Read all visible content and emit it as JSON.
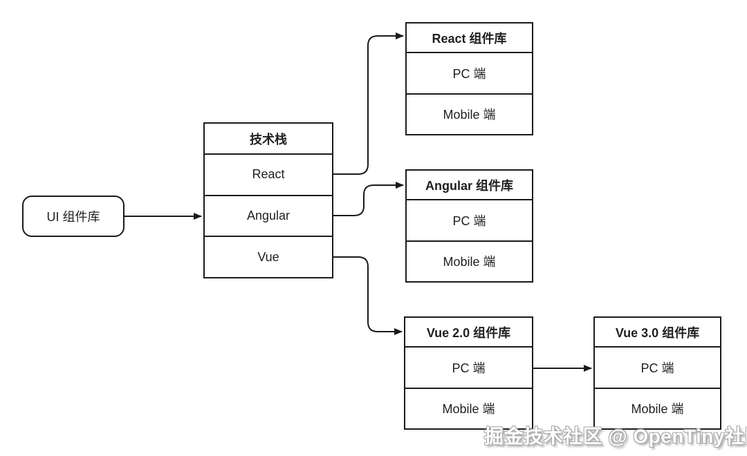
{
  "root_node": {
    "label": "UI 组件库"
  },
  "tech_stack": {
    "title": "技术栈",
    "rows": [
      "React",
      "Angular",
      "Vue"
    ]
  },
  "libraries": [
    {
      "title": "React 组件库",
      "rows": [
        "PC 端",
        "Mobile 端"
      ]
    },
    {
      "title": "Angular 组件库",
      "rows": [
        "PC 端",
        "Mobile 端"
      ]
    },
    {
      "title": "Vue 2.0 组件库",
      "rows": [
        "PC 端",
        "Mobile 端"
      ]
    },
    {
      "title": "Vue 3.0 组件库",
      "rows": [
        "PC 端",
        "Mobile 端"
      ]
    }
  ],
  "connections": [
    {
      "from": "UI 组件库",
      "to": "技术栈"
    },
    {
      "from": "React",
      "to": "React 组件库"
    },
    {
      "from": "Angular",
      "to": "Angular 组件库"
    },
    {
      "from": "Vue",
      "to": "Vue 2.0 组件库"
    },
    {
      "from": "Vue 2.0 组件库",
      "to": "Vue 3.0 组件库"
    }
  ],
  "watermark": "掘金技术社区 @ OpenTiny社区",
  "colors": {
    "stroke": "#1a1a1a",
    "text": "#1f1f1f",
    "background": "#ffffff",
    "watermark_fill": "#fdfdfd",
    "watermark_outline": "#a8a8a8"
  }
}
